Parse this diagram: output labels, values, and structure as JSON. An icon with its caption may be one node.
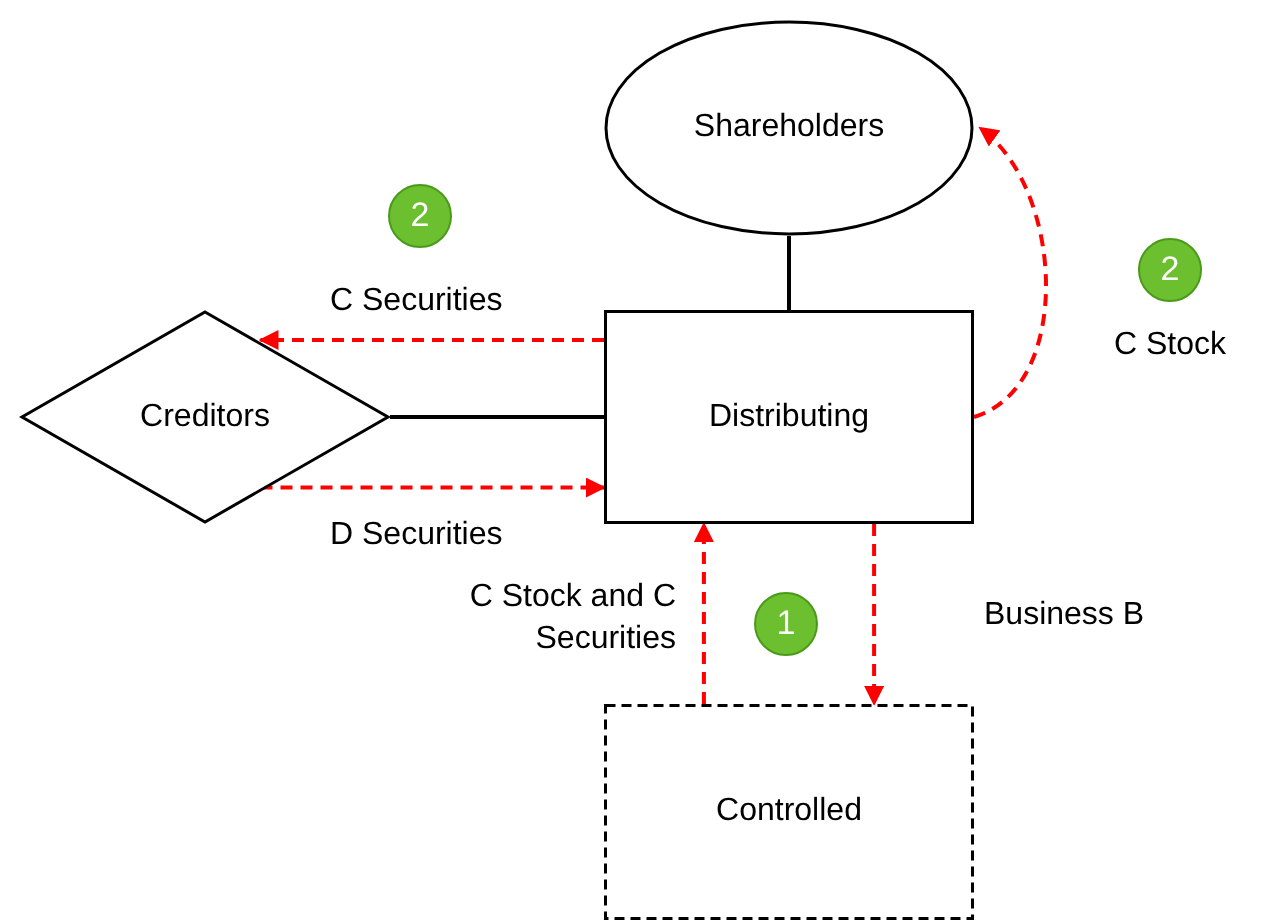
{
  "diagram": {
    "nodes": [
      {
        "text": [
          "Shareholders"
        ]
      },
      {
        "text": [
          "Creditors"
        ]
      },
      {
        "text": [
          "Distributing"
        ]
      },
      {
        "text": [
          "Controlled"
        ]
      },
      {
        "text": [
          "2"
        ]
      },
      {
        "text": [
          "2"
        ]
      },
      {
        "text": [
          "1"
        ]
      }
    ],
    "edges": [
      {
        "from": 0,
        "to": 2,
        "arrow": "none",
        "color": "#000000"
      },
      {
        "from": 1,
        "to": 2,
        "arrow": "none",
        "color": "#000000"
      },
      {
        "from": 2,
        "to": 1,
        "arrow": "to",
        "label": "C Securities",
        "style": "dashed"
      },
      {
        "from": 1,
        "to": 2,
        "arrow": "to",
        "label": "D Securities",
        "style": "dashed"
      },
      {
        "from": 2,
        "to": 0,
        "arrow": "to",
        "label": "C Stock",
        "style": "dashed"
      },
      {
        "from": 3,
        "to": 2,
        "arrow": "to",
        "label": "C Stock and C Securities",
        "style": "dashed"
      },
      {
        "from": 2,
        "to": 3,
        "arrow": "to",
        "label": "Business B",
        "style": "dashed"
      }
    ]
  }
}
